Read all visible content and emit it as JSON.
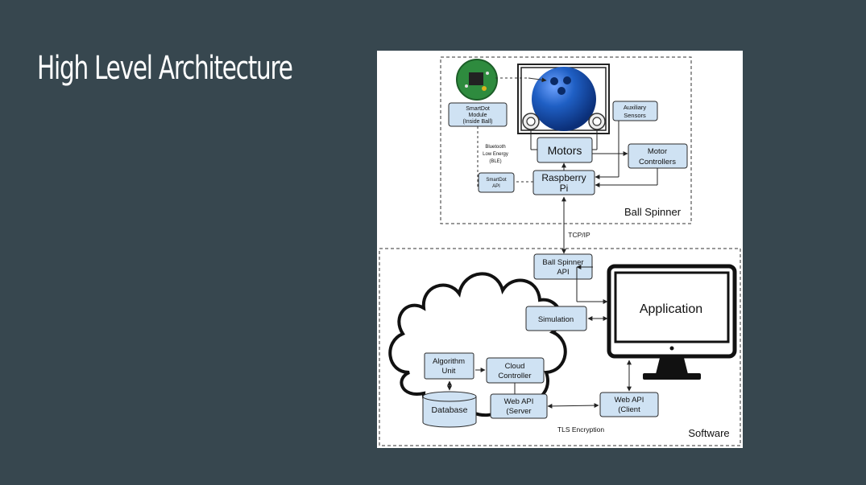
{
  "slide": {
    "title": "High Level Architecture"
  },
  "diagram": {
    "regions": {
      "ball_spinner": "Ball Spinner",
      "software": "Software"
    },
    "hardware": {
      "smartdot_module": [
        "SmartDot",
        "Module",
        "(Inside Ball)"
      ],
      "auxiliary_sensors": [
        "Auxiliary",
        "Sensors"
      ],
      "motors": "Motors",
      "motor_controllers": [
        "Motor",
        "Controllers"
      ],
      "raspberry_pi": [
        "Raspberry",
        "Pi"
      ],
      "smartdot_api": [
        "SmartDot",
        "API"
      ],
      "ble_label": [
        "Bluetooth",
        "Low Energy",
        "(BLE)"
      ]
    },
    "links": {
      "tcpip": "TCP/IP",
      "tls": "TLS Encryption"
    },
    "software": {
      "ball_spinner_api": [
        "Ball Spinner",
        "API"
      ],
      "simulation": "Simulation",
      "application": "Application",
      "algorithm_unit": [
        "Algorithm",
        "Unit"
      ],
      "cloud_controller": [
        "Cloud",
        "Controller"
      ],
      "database": "Database",
      "web_api_server": [
        "Web API",
        "(Server"
      ],
      "web_api_client": [
        "Web API",
        "(Client"
      ]
    },
    "colors": {
      "box_fill": "#cfe2f3",
      "ball_blue": "#1f5fc4",
      "board_green": "#2e8b3e",
      "slide_bg": "#37474f"
    }
  }
}
